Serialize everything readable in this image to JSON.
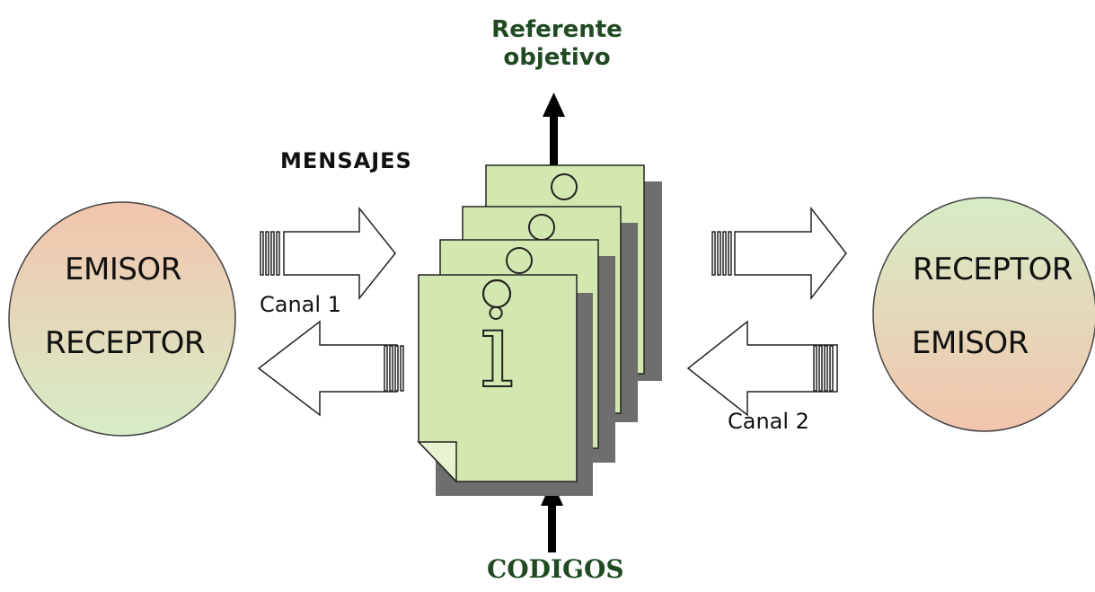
{
  "referent": {
    "line1": "Referente",
    "line2": "objetivo"
  },
  "messages_label": "MENSAJES",
  "codes_label": "CODIGOS",
  "left_party": {
    "role1": "EMISOR",
    "role2": "RECEPTOR"
  },
  "right_party": {
    "role1": "RECEPTOR",
    "role2": "EMISOR"
  },
  "channel1_label": "Canal 1",
  "channel2_label": "Canal 2",
  "info_symbol": "i",
  "colors": {
    "page_fill": "#d3e8b0",
    "page_shadow": "#6e6e6e",
    "label_green": "#1f4a22",
    "circle_peach": "#f2c8b0",
    "circle_green": "#d5ecc5"
  }
}
